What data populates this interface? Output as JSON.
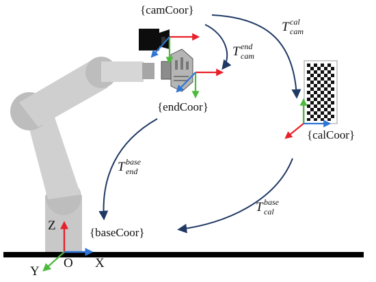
{
  "frames": {
    "cam": "{camCoor}",
    "end": "{endCoor}",
    "cal": "{calCoor}",
    "base": "{baseCoor}"
  },
  "transforms": {
    "cam_cal": {
      "symbol": "T",
      "sup": "cal",
      "sub": "cam"
    },
    "cam_end": {
      "symbol": "T",
      "sup": "end",
      "sub": "cam"
    },
    "end_base": {
      "symbol": "T",
      "sup": "base",
      "sub": "end"
    },
    "cal_base": {
      "symbol": "T",
      "sup": "base",
      "sub": "cal"
    }
  },
  "axes": {
    "z": "Z",
    "x": "X",
    "y": "Y",
    "origin": "O"
  },
  "colors": {
    "arrow_curve": "#1f3864",
    "axis_red": "#e8202a",
    "axis_green": "#4cbb3c",
    "axis_blue": "#2e75d6",
    "robot_gray": "#c8c8c8",
    "robot_dark": "#a6a6a6",
    "ground": "#000000"
  }
}
